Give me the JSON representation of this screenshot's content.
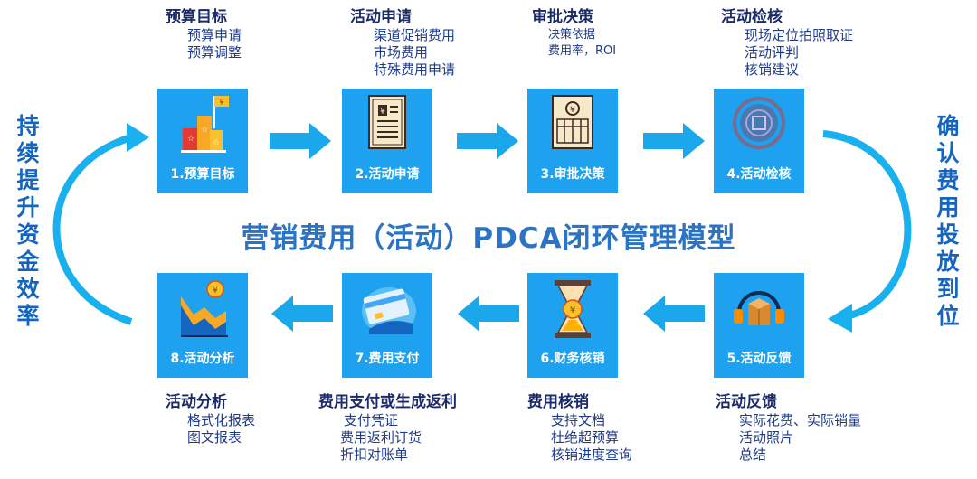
{
  "title": "营销费用（活动）PDCA闭环管理模型",
  "left_side_text": [
    "持",
    "续",
    "提",
    "升",
    "资",
    "金",
    "效",
    "率"
  ],
  "right_side_text": [
    "确",
    "认",
    "费",
    "用",
    "投",
    "放",
    "到",
    "位"
  ],
  "steps": [
    {
      "label": "1.预算目标",
      "icon": "budget-flag-icon",
      "heading": "预算目标",
      "items": [
        "预算申请",
        "预算调整"
      ]
    },
    {
      "label": "2.活动申请",
      "icon": "application-document-icon",
      "heading": "活动申请",
      "items": [
        "渠道促销费用",
        "市场费用",
        "特殊费用申请"
      ]
    },
    {
      "label": "3.审批决策",
      "icon": "ledger-icon",
      "heading": "审批决策",
      "items": [
        "决策依据",
        "费用率，ROI"
      ]
    },
    {
      "label": "4.活动检核",
      "icon": "seal-stamp-icon",
      "heading": "活动检核",
      "items": [
        "现场定位拍照取证",
        "活动评判",
        "核销建议"
      ]
    },
    {
      "label": "5.活动反馈",
      "icon": "headset-box-icon",
      "heading": "活动反馈",
      "items": [
        "实际花费、实际销量",
        "活动照片",
        "总结"
      ]
    },
    {
      "label": "6.财务核销",
      "icon": "hourglass-coin-icon",
      "heading": "费用核销",
      "items": [
        "支持文档",
        "杜绝超预算",
        "核销进度查询"
      ]
    },
    {
      "label": "7.费用支付",
      "icon": "payment-card-icon",
      "heading": "费用支付或生成返利",
      "items": [
        "支付凭证",
        "费用返利订货",
        "折扣对账单"
      ]
    },
    {
      "label": "8.活动分析",
      "icon": "area-chart-coin-icon",
      "heading": "活动分析",
      "items": [
        "格式化报表",
        "图文报表"
      ]
    }
  ],
  "colors": {
    "card": "#1ea1ee",
    "arrow": "#1aa7ec",
    "title": "#2b73c4",
    "side_text": "#1565c0",
    "heading": "#1b2a6b"
  }
}
